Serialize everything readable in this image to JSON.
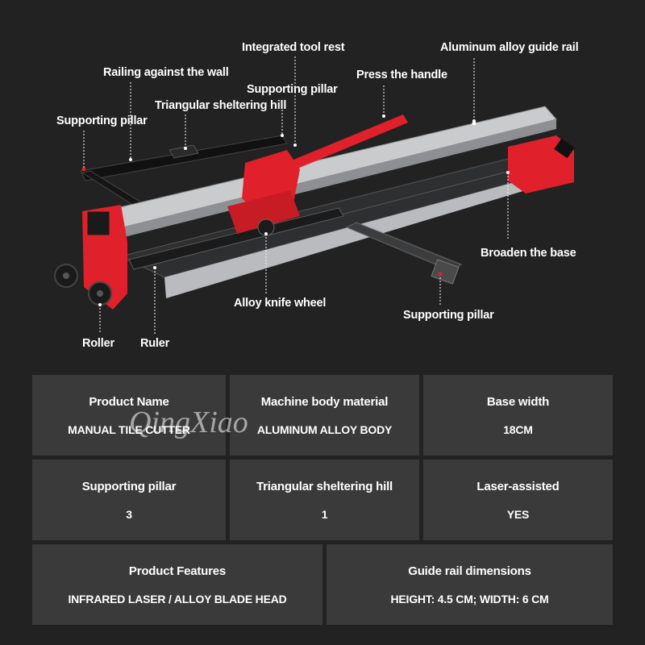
{
  "diagram": {
    "callouts": {
      "integrated_tool_rest": "Integrated tool rest",
      "aluminum_guide_rail": "Aluminum alloy guide rail",
      "railing_against_wall": "Railing against the wall",
      "supporting_pillar_top": "Supporting pillar",
      "press_the_handle": "Press the handle",
      "triangular_hill": "Triangular sheltering hill",
      "supporting_pillar_left": "Supporting pillar",
      "broaden_base": "Broaden the base",
      "alloy_knife_wheel": "Alloy knife wheel",
      "supporting_pillar_bottom": "Supporting pillar",
      "roller": "Roller",
      "ruler": "Ruler"
    },
    "colors": {
      "red": "#e0202a",
      "silver": "#c9cbcd",
      "base": "#2e2f31",
      "bar": "#3b3c3e"
    }
  },
  "watermark": "QingXiao",
  "specs": [
    {
      "label": "Product Name",
      "value": "MANUAL TILE CUTTER"
    },
    {
      "label": "Machine body material",
      "value": "ALUMINUM ALLOY BODY"
    },
    {
      "label": "Base width",
      "value": "18CM"
    },
    {
      "label": "Supporting pillar",
      "value": "3"
    },
    {
      "label": "Triangular sheltering hill",
      "value": "1"
    },
    {
      "label": "Laser-assisted",
      "value": "YES"
    },
    {
      "label": "Product Features",
      "value": "INFRARED LASER / ALLOY BLADE HEAD"
    },
    {
      "label": "Guide rail dimensions",
      "value": "HEIGHT: 4.5 CM; WIDTH: 6 CM"
    }
  ]
}
